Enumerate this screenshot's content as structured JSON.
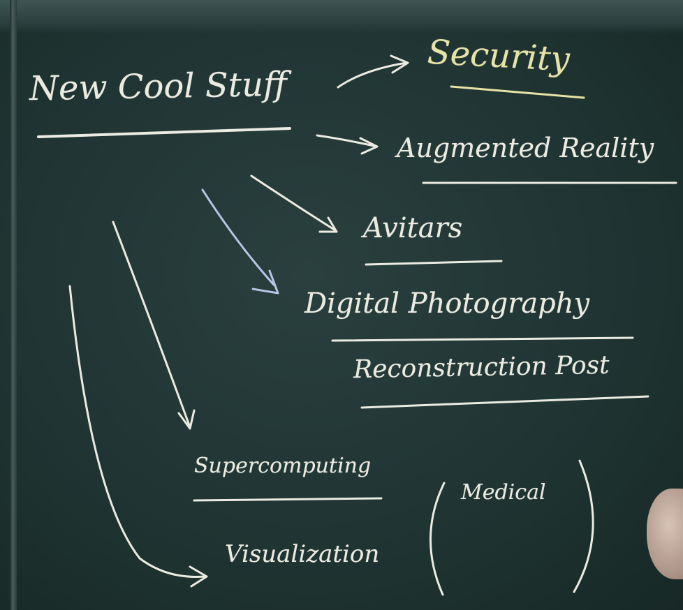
{
  "board": {
    "title": "New Cool Stuff",
    "topics": [
      "Security",
      "Augmented Reality",
      "Avitars",
      "Digital Photography",
      "Reconstruction Post",
      "Supercomputing",
      "Visualization"
    ],
    "annotation": "Medical",
    "colors": {
      "chalkboard": "#203533",
      "chalk": "#ecebe2",
      "chalk_yellow": "#e7e3a6"
    }
  }
}
